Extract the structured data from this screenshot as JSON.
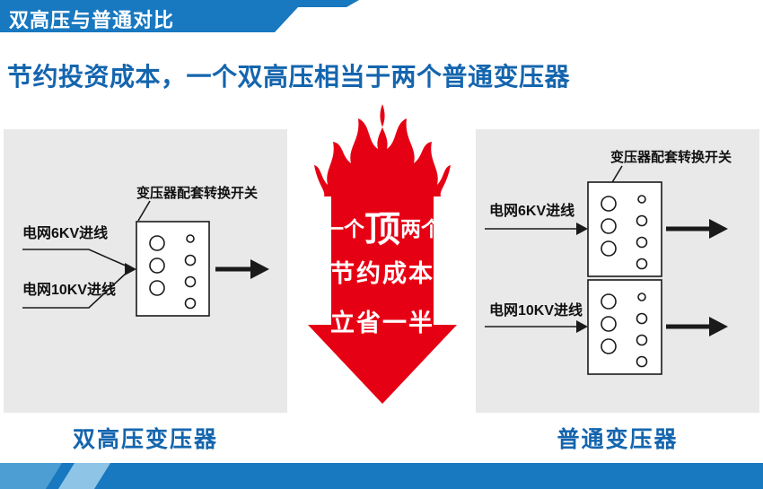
{
  "header": {
    "title": "双高压与普通对比"
  },
  "headline": "节约投资成本，一个双高压相当于两个普通变压器",
  "left_panel": {
    "switch_label": "变压器配套转换开关",
    "input1": "电网6KV进线",
    "input2": "电网10KV进线",
    "caption": "双高压变压器"
  },
  "center_graphic": {
    "line1_prefix": "一个",
    "line1_big": "顶",
    "line1_suffix": "两个",
    "line2": "节约成本",
    "line3": "立省一半"
  },
  "right_panel": {
    "switch_label": "变压器配套转换开关",
    "input1": "电网6KV进线",
    "input2": "电网10KV进线",
    "caption": "普通变压器"
  },
  "colors": {
    "header_blue": "#1878c0",
    "headline_blue": "#1465ae",
    "red": "#e60014",
    "panel_gray": "#e9e9e9",
    "footer_blue": "#1878c0"
  }
}
